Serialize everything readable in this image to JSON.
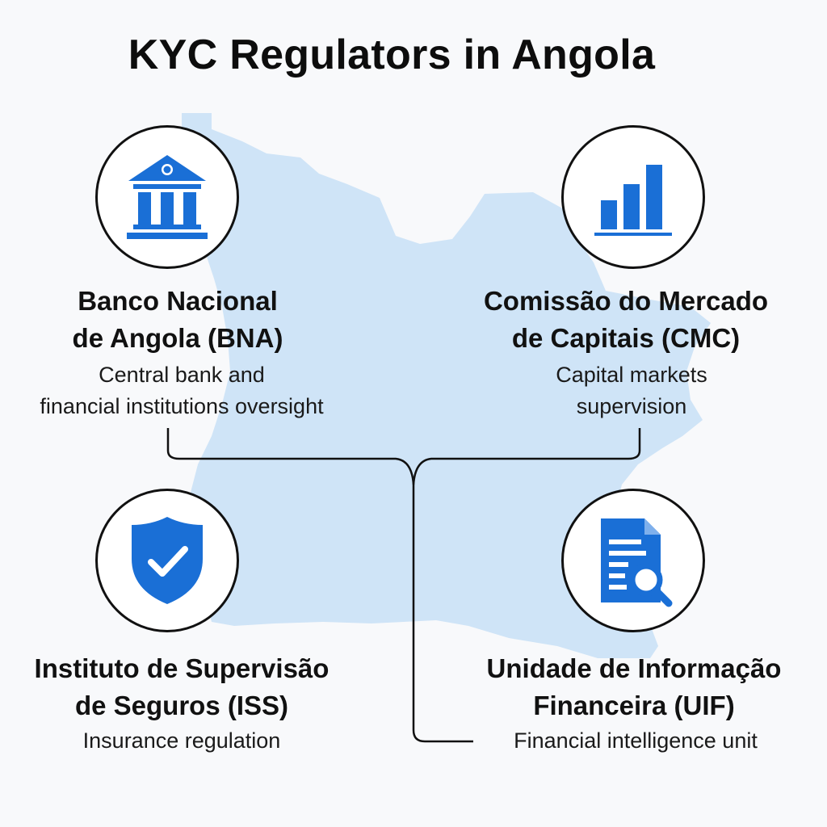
{
  "title": "KYC Regulators in Angola",
  "colors": {
    "accent": "#1a6fd6",
    "map": "#cfe4f7",
    "line": "#111111",
    "background": "#f8f9fb"
  },
  "regulators": [
    {
      "icon": "bank-building-icon",
      "name_lines": [
        "Banco Nacional",
        "de Angola (BNA)"
      ],
      "description_lines": [
        "Central bank and",
        "financial institutions oversight"
      ]
    },
    {
      "icon": "bar-chart-icon",
      "name_lines": [
        "Comissão do Mercado",
        "de Capitais (CMC)"
      ],
      "description_lines": [
        "Capital markets",
        "supervision"
      ]
    },
    {
      "icon": "shield-check-icon",
      "name_lines": [
        "Instituto de Supervisão",
        "de Seguros (ISS)"
      ],
      "description_lines": [
        "Insurance regulation"
      ]
    },
    {
      "icon": "document-search-icon",
      "name_lines": [
        "Unidade de Informação",
        "Financeira (UIF)"
      ],
      "description_lines": [
        "Financial intelligence unit"
      ]
    }
  ]
}
